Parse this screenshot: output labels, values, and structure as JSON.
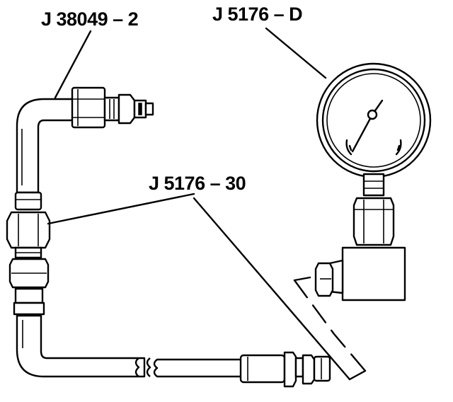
{
  "labels": {
    "hose": "J 38049 – 2",
    "gauge": "J 5176 – D",
    "adapter": "J 5176 – 30"
  },
  "icons": {
    "gauge": "pressure-gauge-icon",
    "hose": "fuel-hose-icon",
    "tee": "tee-fitting-icon"
  },
  "colors": {
    "ink": "#000000",
    "paper": "#ffffff"
  }
}
